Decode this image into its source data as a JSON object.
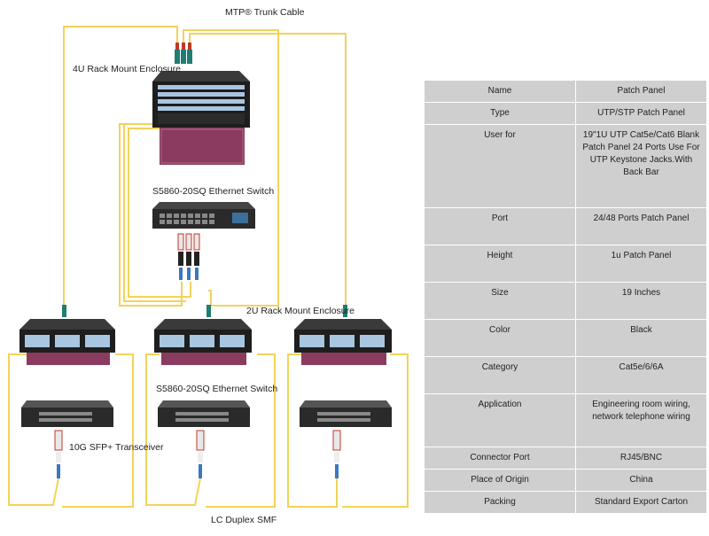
{
  "diagram": {
    "labels": {
      "trunk": "MTP® Trunk Cable",
      "enc4u": "4U Rack Mount Enclosure",
      "switch_top": "S5860-20SQ Ethernet Switch",
      "enc2u": "2U Rack Mount Enclosure",
      "switch_mid": "S5860-20SQ Ethernet Switch",
      "sfp": "10G SFP+ Transceiver",
      "lc": "LC Duplex SMF"
    },
    "colors": {
      "fiber": "#f2d35a",
      "enclosure": "#1e1e1e",
      "tray": "#8a3b5e",
      "port": "#a9c6e0",
      "switch": "#2a2a2a"
    }
  },
  "specs": {
    "rows": [
      {
        "key": "Name",
        "value": "Patch Panel"
      },
      {
        "key": "Type",
        "value": "UTP/STP Patch Panel"
      },
      {
        "key": "User for",
        "value": "19\"1U UTP Cat5e/Cat6 Blank Patch Panel 24 Ports Use For UTP Keystone Jacks.With Back Bar"
      },
      {
        "key": "Port",
        "value": "24/48 Ports Patch Panel"
      },
      {
        "key": "Height",
        "value": "1u Patch Panel"
      },
      {
        "key": "Size",
        "value": "19 Inches"
      },
      {
        "key": "Color",
        "value": "Black"
      },
      {
        "key": "Category",
        "value": "Cat5e/6/6A"
      },
      {
        "key": "Application",
        "value": "Engineering room wiring, network telephone wiring"
      },
      {
        "key": "Connector Port",
        "value": "RJ45/BNC"
      },
      {
        "key": "Place of Origin",
        "value": "China"
      },
      {
        "key": "Packing",
        "value": "Standard Export Carton"
      }
    ]
  }
}
